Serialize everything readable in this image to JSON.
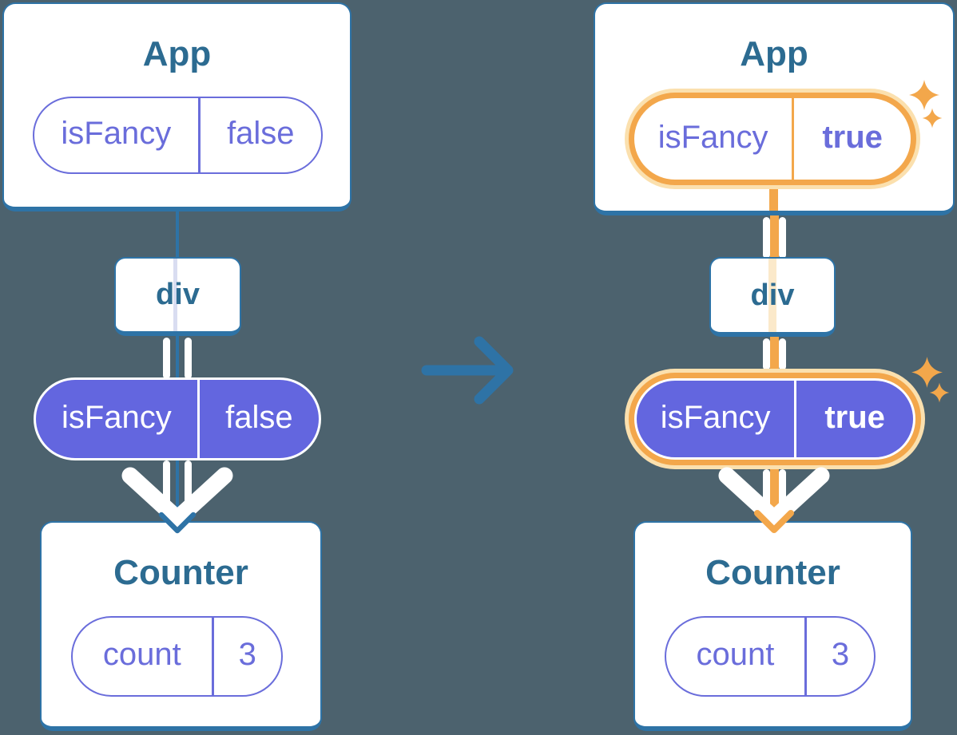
{
  "colors": {
    "background": "#4C626E",
    "card_fill": "#FFFFFF",
    "card_border_blue": "#2E73A6",
    "heading_text": "#2C6B91",
    "purple_pill_fill": "#6366DF",
    "purple_outline_and_text": "#6A6DDB",
    "highlight_orange": "#F3A74B",
    "highlight_halo": "#FBE0AE",
    "faded_orange_line": "#FBE9CA",
    "faded_blue_line": "#D9DDF1"
  },
  "icons": {
    "transition_arrow": "right-arrow",
    "sparkle": "four-point-star",
    "flow_arrowhead": "down-chevron"
  },
  "before": {
    "app": {
      "title": "App",
      "prop": {
        "name": "isFancy",
        "value": "false"
      }
    },
    "div": {
      "title": "div"
    },
    "passed_prop": {
      "name": "isFancy",
      "value": "false"
    },
    "counter": {
      "title": "Counter",
      "state": {
        "name": "count",
        "value": "3"
      }
    }
  },
  "after": {
    "app": {
      "title": "App",
      "prop": {
        "name": "isFancy",
        "value": "true"
      }
    },
    "div": {
      "title": "div"
    },
    "passed_prop": {
      "name": "isFancy",
      "value": "true"
    },
    "counter": {
      "title": "Counter",
      "state": {
        "name": "count",
        "value": "3"
      }
    }
  }
}
